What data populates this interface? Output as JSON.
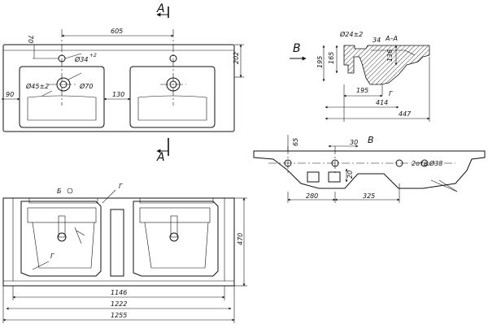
{
  "front_view": {
    "section_mark_top": "A",
    "section_mark_bottom": "A",
    "dim_top_offset": "70",
    "dim_hole_spacing": "605",
    "dim_hole_dia": "Ø34",
    "dim_hole_dia_tol": "+2",
    "dim_height": "202",
    "dim_left_margin": "90",
    "dim_center_gap": "130",
    "dim_drain_outer": "Ø70",
    "dim_drain_inner": "Ø45±2"
  },
  "section_view": {
    "view_arrow": "B",
    "title": "A–A",
    "dim_hole_dia": "Ø24±2",
    "dim_34": "34",
    "dim_136": "136",
    "dim_165": "165",
    "dim_195_height": "195",
    "dim_195_width": "195",
    "dim_414": "414",
    "dim_447": "447",
    "leader_g": "Г"
  },
  "back_view": {
    "title": "B",
    "dim_65": "65",
    "dim_30": "30",
    "dim_20": "20",
    "dim_280": "280",
    "dim_325": "325",
    "holes_note": "2отв.Ø38"
  },
  "plan_view": {
    "label_b": "Б",
    "leader_g_top": "Г",
    "leader_g_left": "Г",
    "dim_depth": "470",
    "dim_1146": "1146",
    "dim_1222": "1222",
    "dim_1255": "1255"
  }
}
